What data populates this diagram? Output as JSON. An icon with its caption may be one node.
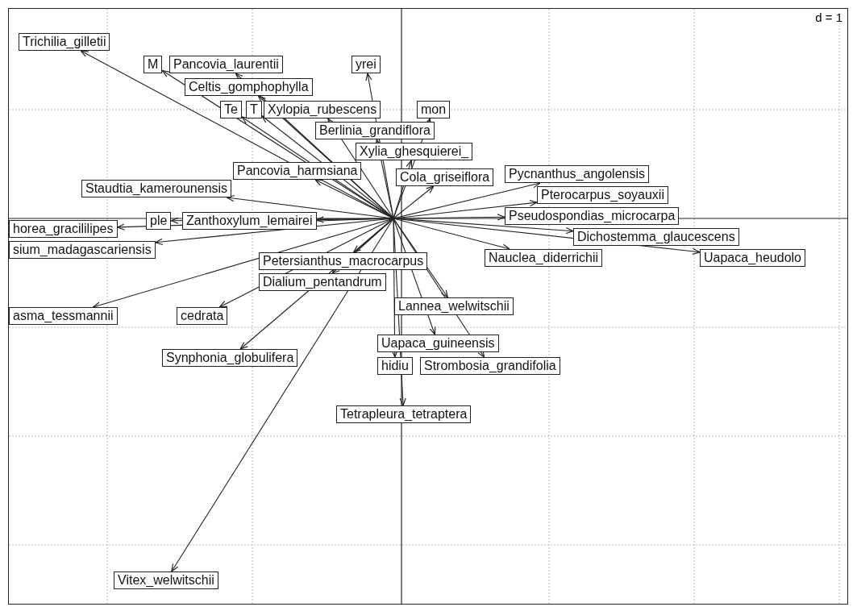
{
  "diagram": {
    "nodes": [
      {
        "text": [
          "Trichilia_gilletii"
        ]
      },
      {
        "text": [
          "M"
        ]
      },
      {
        "text": [
          "Pancovia_laurentii"
        ]
      },
      {
        "text": [
          "yrei"
        ]
      },
      {
        "text": [
          "Celtis_gomphophylla"
        ]
      },
      {
        "text": [
          "Te"
        ]
      },
      {
        "text": [
          "T"
        ]
      },
      {
        "text": [
          "Xylopia_rubescens"
        ]
      },
      {
        "text": [
          "mon"
        ]
      },
      {
        "text": [
          "Berlinia_grandiflora"
        ]
      },
      {
        "text": [
          "Xylia_ghesquierei_"
        ]
      },
      {
        "text": [
          "Pancovia_harmsiana"
        ]
      },
      {
        "text": [
          "Cola_griseiflora"
        ]
      },
      {
        "text": [
          "Staudtia_kamerounensis"
        ]
      },
      {
        "text": [
          "Pycnanthus_angolensis"
        ]
      },
      {
        "text": [
          "Pterocarpus_soyauxii"
        ]
      },
      {
        "text": [
          "ple"
        ]
      },
      {
        "text": [
          "Zanthoxylum_lemairei"
        ]
      },
      {
        "text": [
          "horea_gracililipes"
        ]
      },
      {
        "text": [
          "Pseudospondias_microcarpa"
        ]
      },
      {
        "text": [
          "Dichostemma_glaucescens"
        ]
      },
      {
        "text": [
          "sium_madagascariensis"
        ]
      },
      {
        "text": [
          "Nauclea_diderrichii"
        ]
      },
      {
        "text": [
          "Uapaca_heudolo"
        ]
      },
      {
        "text": [
          "Petersianthus_macrocarpus"
        ]
      },
      {
        "text": [
          "Dialium_pentandrum"
        ]
      },
      {
        "text": [
          "Lannea_welwitschii"
        ]
      },
      {
        "text": [
          "asma_tessmannii"
        ]
      },
      {
        "text": [
          "cedrata"
        ]
      },
      {
        "text": [
          "Uapaca_guineensis"
        ]
      },
      {
        "text": [
          "Synphonia_globulifera"
        ]
      },
      {
        "text": [
          "hidiu"
        ]
      },
      {
        "text": [
          "Strombosia_grandifolia"
        ]
      },
      {
        "text": [
          "Tetrapleura_tetraptera"
        ]
      },
      {
        "text": [
          "Vitex_welwitschii"
        ]
      }
    ],
    "edges": [
      {
        "from": null,
        "to": 0,
        "arrow": "to"
      },
      {
        "from": null,
        "to": 1,
        "arrow": "to"
      },
      {
        "from": null,
        "to": 2,
        "arrow": "to"
      },
      {
        "from": null,
        "to": 3,
        "arrow": "to"
      },
      {
        "from": null,
        "to": 4,
        "arrow": "to"
      },
      {
        "from": null,
        "to": 5,
        "arrow": "to"
      },
      {
        "from": null,
        "to": 6,
        "arrow": "to"
      },
      {
        "from": null,
        "to": 7,
        "arrow": "to"
      },
      {
        "from": null,
        "to": 8,
        "arrow": "to"
      },
      {
        "from": null,
        "to": 9,
        "arrow": "to"
      },
      {
        "from": null,
        "to": 10,
        "arrow": "to"
      },
      {
        "from": null,
        "to": 11,
        "arrow": "to"
      },
      {
        "from": null,
        "to": 12,
        "arrow": "to"
      },
      {
        "from": null,
        "to": 13,
        "arrow": "to"
      },
      {
        "from": null,
        "to": 14,
        "arrow": "to"
      },
      {
        "from": null,
        "to": 15,
        "arrow": "to"
      },
      {
        "from": null,
        "to": 16,
        "arrow": "to"
      },
      {
        "from": null,
        "to": 17,
        "arrow": "to"
      },
      {
        "from": null,
        "to": 18,
        "arrow": "to"
      },
      {
        "from": null,
        "to": 19,
        "arrow": "to"
      },
      {
        "from": null,
        "to": 20,
        "arrow": "to"
      },
      {
        "from": null,
        "to": 21,
        "arrow": "to"
      },
      {
        "from": null,
        "to": 22,
        "arrow": "to"
      },
      {
        "from": null,
        "to": 23,
        "arrow": "to"
      },
      {
        "from": null,
        "to": 24,
        "arrow": "to"
      },
      {
        "from": null,
        "to": 25,
        "arrow": "to"
      },
      {
        "from": null,
        "to": 26,
        "arrow": "to"
      },
      {
        "from": null,
        "to": 27,
        "arrow": "to"
      },
      {
        "from": null,
        "to": 28,
        "arrow": "to"
      },
      {
        "from": null,
        "to": 29,
        "arrow": "to"
      },
      {
        "from": null,
        "to": 30,
        "arrow": "to"
      },
      {
        "from": null,
        "to": 31,
        "arrow": "to"
      },
      {
        "from": null,
        "to": 32,
        "arrow": "to"
      },
      {
        "from": null,
        "to": 33,
        "arrow": "to"
      },
      {
        "from": null,
        "to": 34,
        "arrow": "to"
      }
    ],
    "labels": [
      "d = 1"
    ]
  }
}
